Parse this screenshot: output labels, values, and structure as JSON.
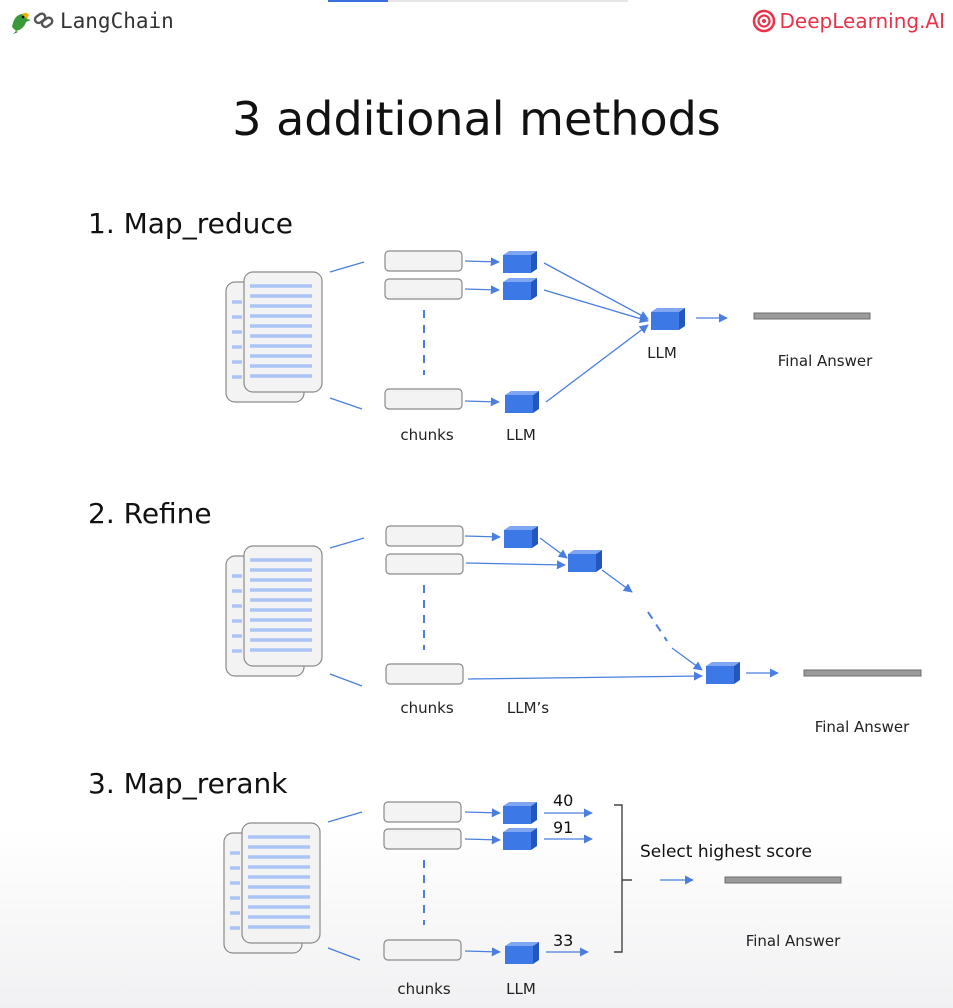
{
  "header": {
    "left_brand": "LangChain",
    "right_brand": "DeepLearning.AI",
    "brand_color_left": "#333333",
    "brand_color_right": "#e8334a"
  },
  "title": "3 additional methods",
  "methods": [
    {
      "title": "1. Map_reduce",
      "labels": {
        "chunks": "chunks",
        "llm": "LLM",
        "llm_center": "LLM",
        "final_answer": "Final Answer"
      }
    },
    {
      "title": "2. Refine",
      "labels": {
        "chunks": "chunks",
        "llm": "LLM’s",
        "final_answer": "Final Answer"
      }
    },
    {
      "title": "3. Map_rerank",
      "labels": {
        "chunks": "chunks",
        "llm": "LLM",
        "select": "Select highest score",
        "final_answer": "Final Answer"
      },
      "scores": [
        "40",
        "91",
        "33"
      ]
    }
  ],
  "colors": {
    "cube_front": "#3c78e6",
    "cube_top": "#7fa6f2",
    "cube_side": "#2457bd",
    "arrow": "#4a7fe0",
    "doc_line": "#a9c4f5",
    "answer_bar": "#9a9a9a"
  }
}
